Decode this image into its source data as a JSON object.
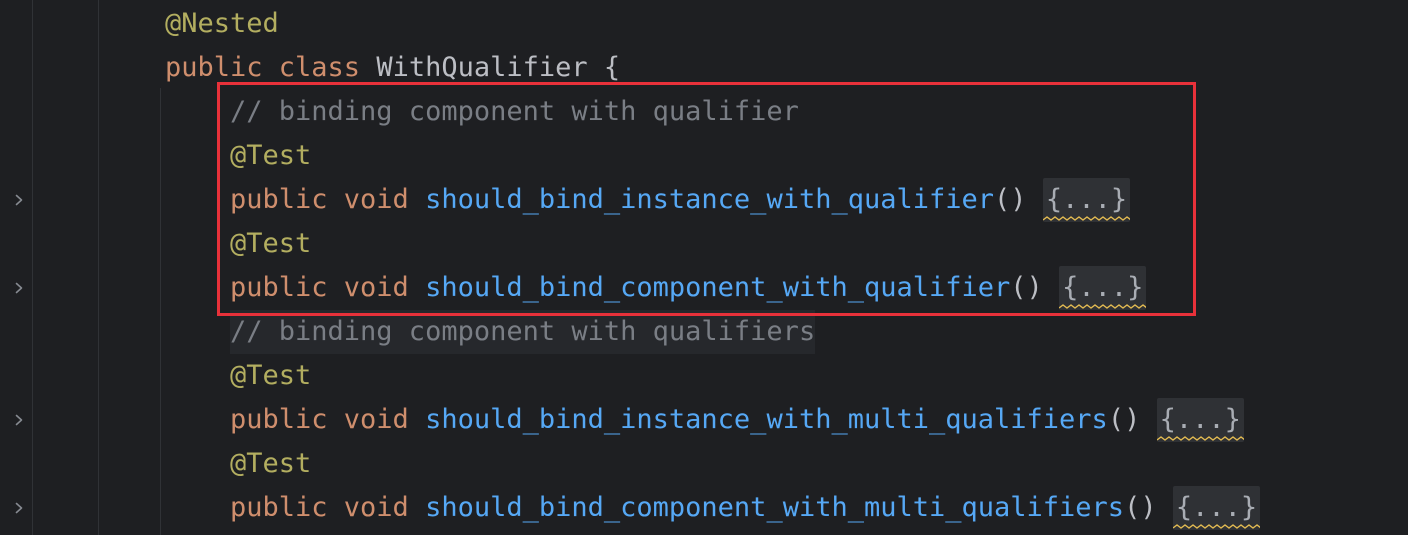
{
  "editor": {
    "theme_background": "#1e1f22",
    "gutter_divider_color": "#303236",
    "annotation_rect_color": "#e8313a",
    "fold_icon_name": "chevron-right-icon"
  },
  "colors": {
    "keyword": "#cf8e6d",
    "annotation": "#b3ae60",
    "comment": "#7a7e85",
    "method_name": "#56a8f5",
    "type_name": "#bcbec4",
    "punctuation": "#bcbec4",
    "folded_background": "#2f3135",
    "folded_text": "#a9adb4",
    "squiggle": "#e3bb52"
  },
  "code": {
    "language": "java",
    "lines": [
      {
        "n": 1,
        "indent": "        ",
        "tokens": [
          {
            "t": "annotation",
            "v": "@Nested"
          }
        ]
      },
      {
        "n": 2,
        "indent": "        ",
        "tokens": [
          {
            "t": "keyword",
            "v": "public class "
          },
          {
            "t": "type",
            "v": "WithQualifier"
          },
          {
            "t": "punct",
            "v": " {"
          }
        ]
      },
      {
        "n": 3,
        "indent": "            ",
        "tokens": [
          {
            "t": "comment",
            "v": "// binding component with qualifier"
          }
        ]
      },
      {
        "n": 4,
        "indent": "            ",
        "tokens": [
          {
            "t": "annotation",
            "v": "@Test"
          }
        ]
      },
      {
        "n": 5,
        "indent": "            ",
        "tokens": [
          {
            "t": "keyword",
            "v": "public void "
          },
          {
            "t": "method",
            "v": "should_bind_instance_with_qualifier"
          },
          {
            "t": "paren",
            "v": "()"
          },
          {
            "t": "space",
            "v": " "
          },
          {
            "t": "folded",
            "v": "{...}"
          }
        ]
      },
      {
        "n": 6,
        "indent": "            ",
        "tokens": [
          {
            "t": "annotation",
            "v": "@Test"
          }
        ]
      },
      {
        "n": 7,
        "indent": "            ",
        "tokens": [
          {
            "t": "keyword",
            "v": "public void "
          },
          {
            "t": "method",
            "v": "should_bind_component_with_qualifier"
          },
          {
            "t": "paren",
            "v": "()"
          },
          {
            "t": "space",
            "v": " "
          },
          {
            "t": "folded",
            "v": "{...}"
          }
        ]
      },
      {
        "n": 8,
        "indent": "            ",
        "highlight": true,
        "tokens": [
          {
            "t": "comment",
            "v": "// binding component with qualifiers"
          }
        ]
      },
      {
        "n": 9,
        "indent": "            ",
        "tokens": [
          {
            "t": "annotation",
            "v": "@Test"
          }
        ]
      },
      {
        "n": 10,
        "indent": "            ",
        "tokens": [
          {
            "t": "keyword",
            "v": "public void "
          },
          {
            "t": "method",
            "v": "should_bind_instance_with_multi_qualifiers"
          },
          {
            "t": "paren",
            "v": "()"
          },
          {
            "t": "space",
            "v": " "
          },
          {
            "t": "folded",
            "v": "{...}"
          }
        ]
      },
      {
        "n": 11,
        "indent": "            ",
        "tokens": [
          {
            "t": "annotation",
            "v": "@Test"
          }
        ]
      },
      {
        "n": 12,
        "indent": "            ",
        "tokens": [
          {
            "t": "keyword",
            "v": "public void "
          },
          {
            "t": "method",
            "v": "should_bind_component_with_multi_qualifiers"
          },
          {
            "t": "paren",
            "v": "()"
          },
          {
            "t": "space",
            "v": " "
          },
          {
            "t": "folded",
            "v": "{...}"
          }
        ]
      }
    ]
  },
  "gutter": {
    "fold_markers": [
      {
        "line": 5,
        "icon": "chevron-right-icon"
      },
      {
        "line": 7,
        "icon": "chevron-right-icon"
      },
      {
        "line": 10,
        "icon": "chevron-right-icon"
      },
      {
        "line": 12,
        "icon": "chevron-right-icon"
      }
    ]
  }
}
